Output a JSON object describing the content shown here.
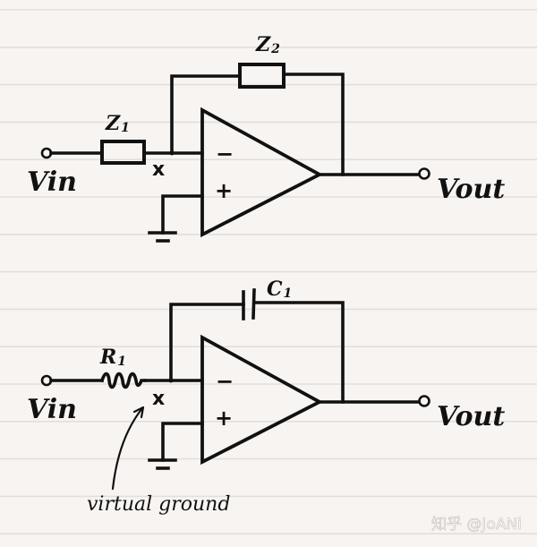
{
  "background": {
    "paper_color": "#f7f4f2",
    "rule_color": "#e2dedb",
    "ink_color": "#111111"
  },
  "circuits": [
    {
      "name": "general-inverting-amplifier",
      "input_label": "Vin",
      "output_label": "Vout",
      "input_component": {
        "type": "impedance",
        "label": "Z",
        "subscript": "1"
      },
      "feedback_component": {
        "type": "impedance",
        "label": "Z",
        "subscript": "2"
      },
      "node_label": "x",
      "inverting_sign": "−",
      "noninverting_sign": "+"
    },
    {
      "name": "integrator",
      "input_label": "Vin",
      "output_label": "Vout",
      "input_component": {
        "type": "resistor",
        "label": "R",
        "subscript": "1"
      },
      "feedback_component": {
        "type": "capacitor",
        "label": "C",
        "subscript": "1"
      },
      "node_label": "x",
      "inverting_sign": "−",
      "noninverting_sign": "+",
      "annotation": "virtual ground"
    }
  ],
  "watermark": "知乎 @JoANi"
}
